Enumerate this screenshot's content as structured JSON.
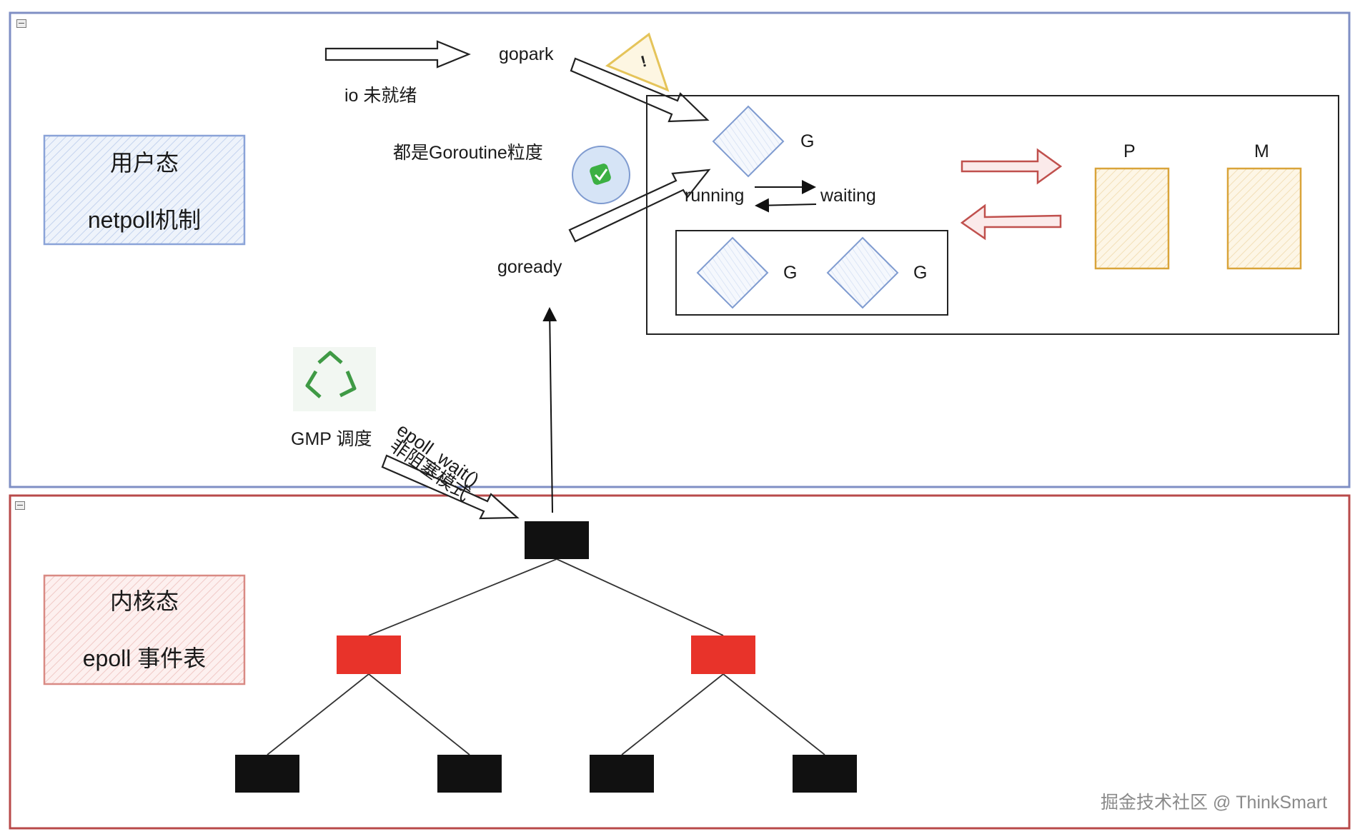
{
  "user_space": {
    "title": "用户态",
    "subtitle": "netpoll机制",
    "io_not_ready": "io 未就绪",
    "gopark": "gopark",
    "goroutine_granularity": "都是Goroutine粒度",
    "goready": "goready",
    "gmp_schedule": "GMP 调度",
    "epoll_wait": "epoll_wait()",
    "non_blocking": "非阻塞模式",
    "g_label": "G",
    "running": "running",
    "waiting": "waiting",
    "queue_g1": "G",
    "queue_g2": "G",
    "p_label": "P",
    "m_label": "M"
  },
  "kernel_space": {
    "title": "内核态",
    "subtitle": "epoll 事件表"
  },
  "watermark": "掘金技术社区 @ ThinkSmart",
  "colors": {
    "user_frame": "#7f8fc4",
    "kernel_frame": "#b84a4a",
    "node_black": "#111111",
    "node_red": "#e8332a",
    "p_m_fill": "#fbf1dc",
    "p_m_stroke": "#d9a43a"
  }
}
